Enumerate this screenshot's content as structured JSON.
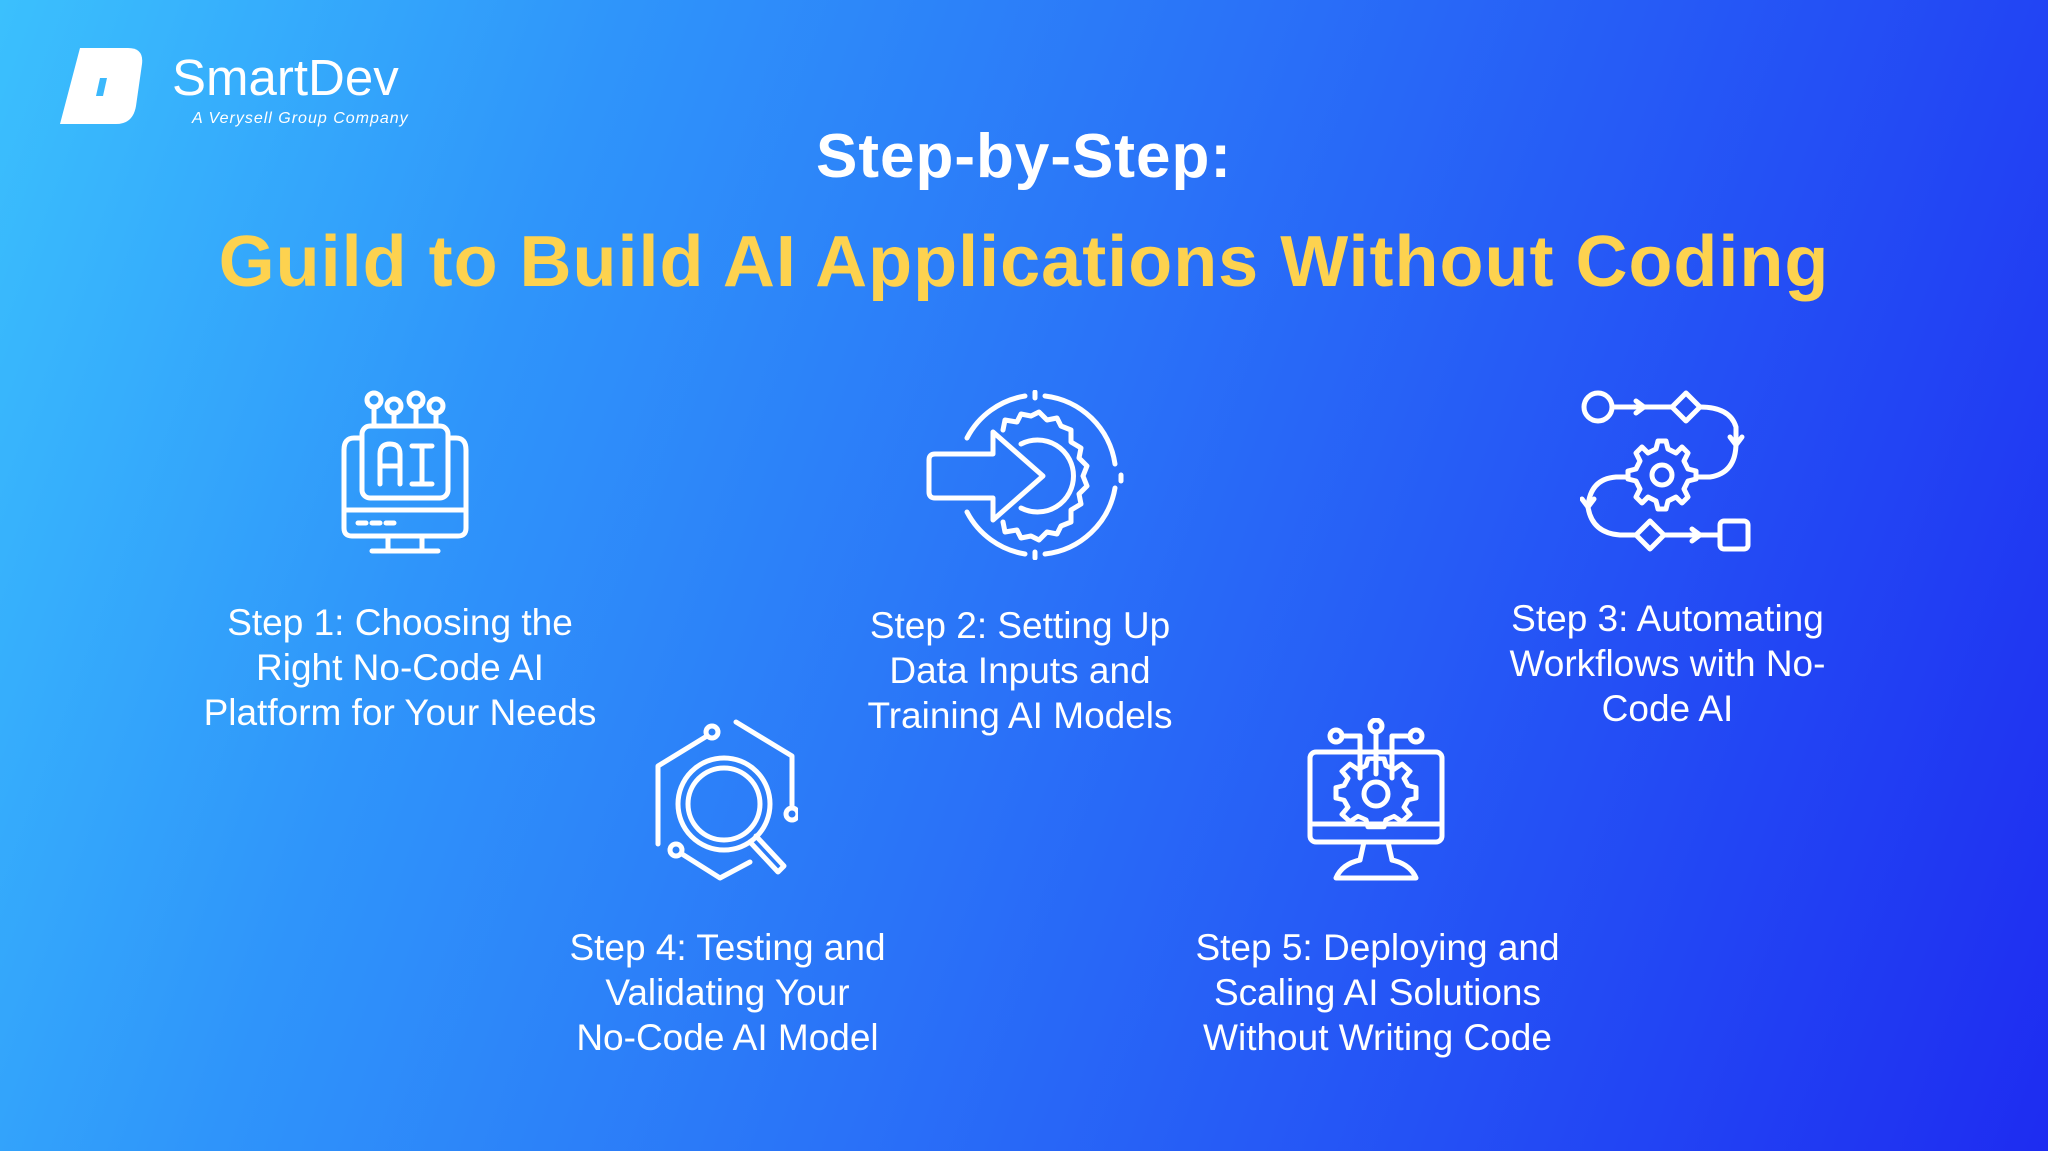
{
  "brand": {
    "name": "SmartDev",
    "tagline": "A Verysell Group Company",
    "logo_icon": "smartdev-logo-mark"
  },
  "header": {
    "title_line1": "Step-by-Step:",
    "title_line2": "Guild to Build AI Applications Without Coding"
  },
  "colors": {
    "background_gradient": [
      "#3bc0fd",
      "#2a73f8",
      "#1e2cf1"
    ],
    "title_primary": "#ffffff",
    "title_accent": "#fdd24f",
    "text": "#ffffff"
  },
  "steps": [
    {
      "icon": "ai-monitor-icon",
      "lines": [
        "Step 1: Choosing the",
        "Right No-Code AI",
        "Platform for Your Needs"
      ]
    },
    {
      "icon": "arrow-gear-icon",
      "lines": [
        "Step 2: Setting Up",
        "Data Inputs and",
        "Training AI Models"
      ]
    },
    {
      "icon": "workflow-icon",
      "lines": [
        "Step 3: Automating",
        "Workflows with No-",
        "Code AI"
      ]
    },
    {
      "icon": "magnifier-circuit-icon",
      "lines": [
        "Step 4: Testing and",
        "Validating Your",
        "No-Code AI Model"
      ]
    },
    {
      "icon": "monitor-gear-icon",
      "lines": [
        "Step 5: Deploying and",
        "Scaling AI Solutions",
        "Without Writing Code"
      ]
    }
  ]
}
